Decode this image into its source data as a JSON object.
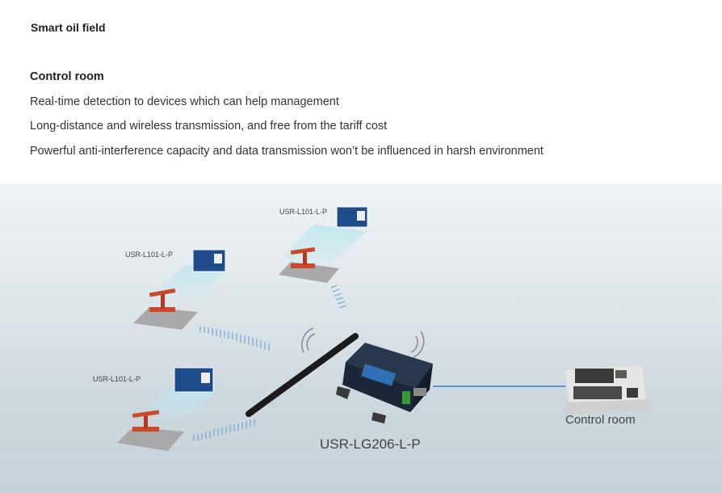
{
  "header": {
    "section_title": "Smart oil field",
    "sub_title": "Control room",
    "lines": [
      "Real-time detection to devices which can help management",
      "Long-distance and wireless transmission, and free from the tariff cost",
      "Powerful anti-interference capacity and data transmission won’t be influenced in harsh environment"
    ]
  },
  "diagram": {
    "module_label_1": "USR-L101-L-P",
    "module_label_2": "USR-L101-L-P",
    "module_label_3": "USR-L101-L-P",
    "gateway_label": "USR-LG206-L-P",
    "control_room_label": "Control room"
  }
}
